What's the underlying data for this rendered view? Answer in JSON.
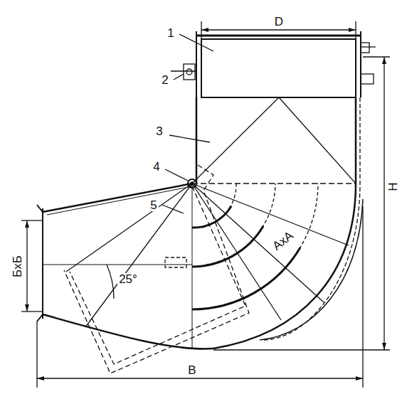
{
  "diagram": {
    "labels": [
      "D",
      "1",
      "2",
      "3",
      "4",
      "5",
      "Н",
      "В",
      "БхБ",
      "АхА",
      "25°"
    ]
  }
}
